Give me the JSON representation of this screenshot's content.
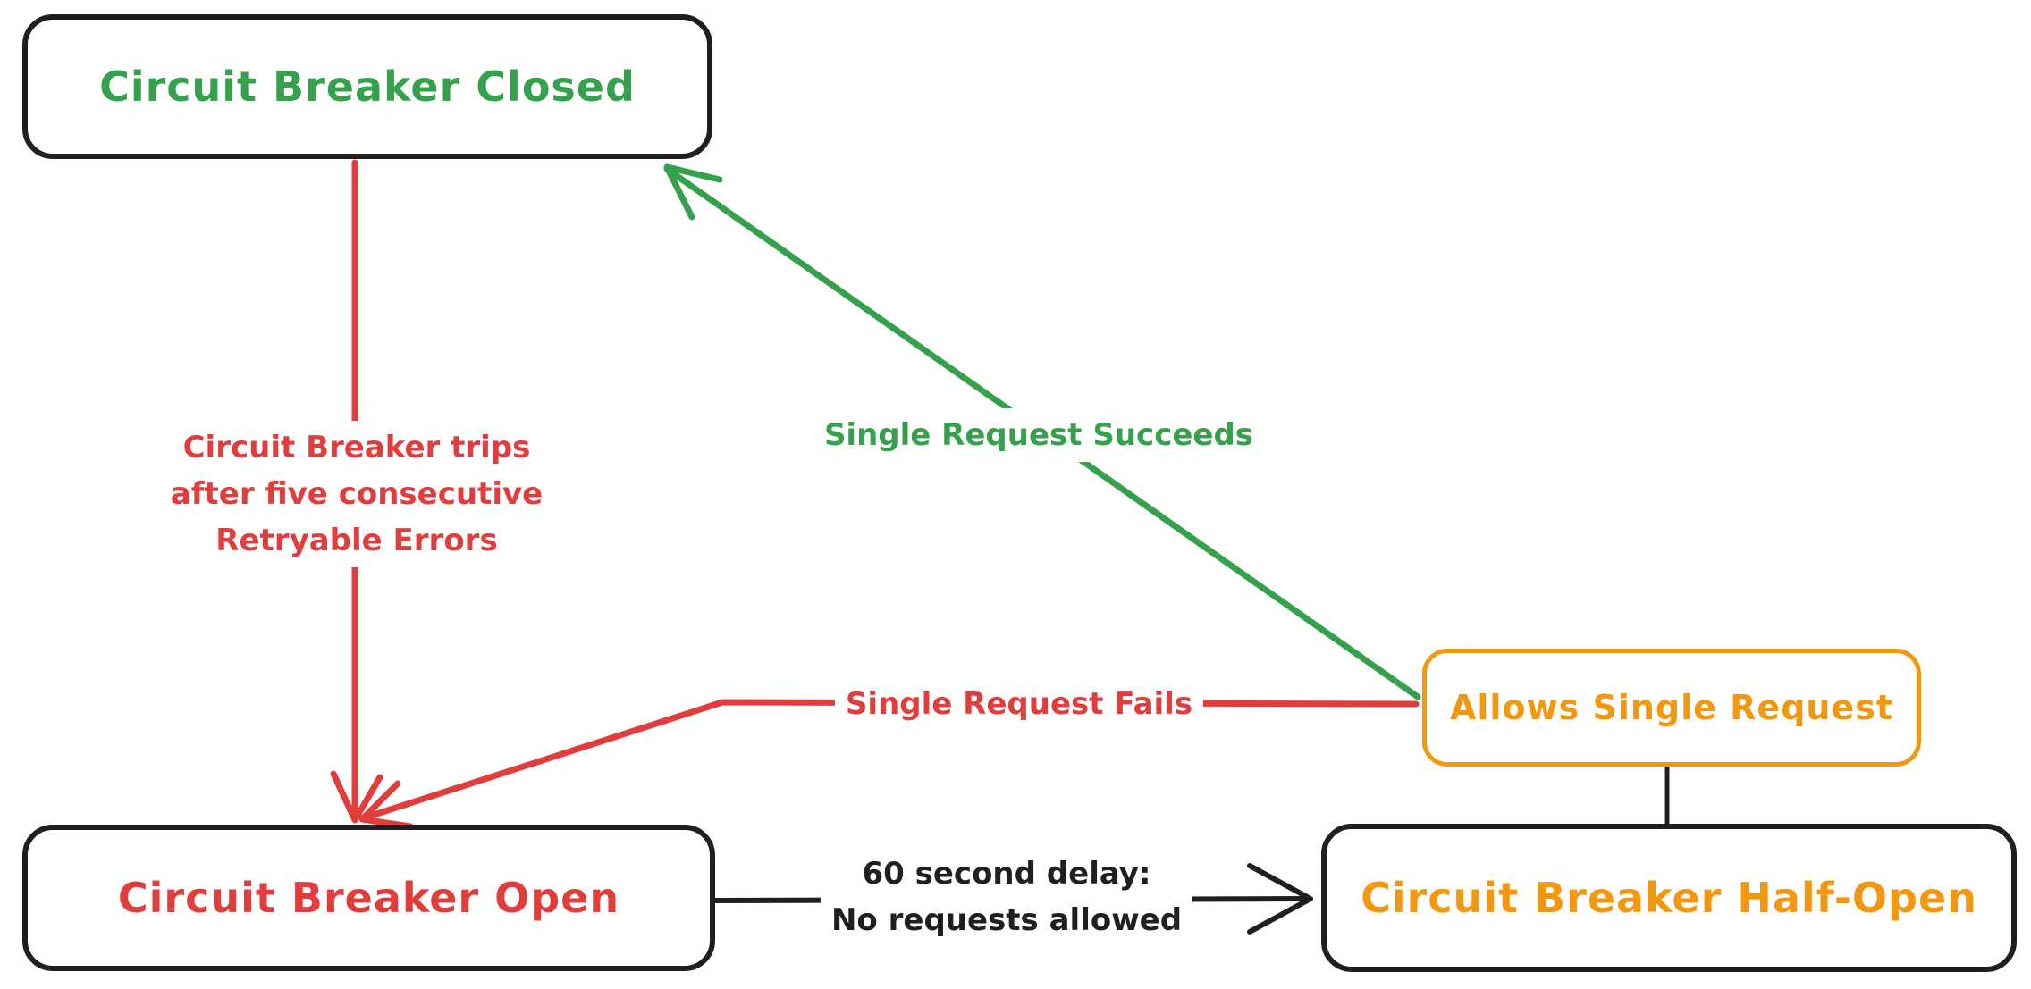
{
  "colors": {
    "black": "#1f1f1f",
    "red": "#e23d3d",
    "green": "#36a14c",
    "orange": "#f3970f",
    "background": "#ffffff"
  },
  "nodes": {
    "closed": {
      "label": "Circuit Breaker Closed"
    },
    "open": {
      "label": "Circuit Breaker Open"
    },
    "half_open": {
      "label": "Circuit Breaker Half-Open"
    },
    "allows": {
      "label": "Allows Single Request"
    }
  },
  "edges": {
    "trip": {
      "lines": [
        "Circuit Breaker trips",
        "after five consecutive",
        "Retryable Errors"
      ]
    },
    "succeeds": {
      "label": "Single Request Succeeds"
    },
    "fails": {
      "label": "Single Request Fails"
    },
    "delay": {
      "lines": [
        "60 second delay:",
        "No requests allowed"
      ]
    }
  }
}
